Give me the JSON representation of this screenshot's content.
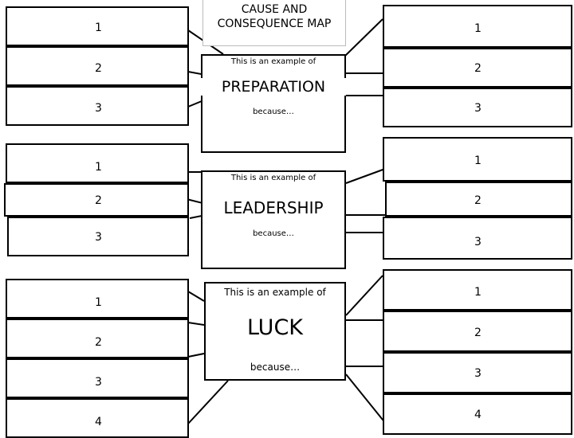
{
  "header": {
    "title_line1": "CAUSE AND",
    "title_line2": "CONSEQUENCE MAP"
  },
  "sections": [
    {
      "intro": "This is an example of",
      "term": "PREPARATION",
      "because": "because…",
      "left_labels": [
        "1",
        "2",
        "3"
      ],
      "right_labels": [
        "1",
        "2",
        "3"
      ]
    },
    {
      "intro": "This is an example of",
      "term": "LEADERSHIP",
      "because": "because…",
      "left_labels": [
        "1",
        "2",
        "3"
      ],
      "right_labels": [
        "1",
        "2",
        "3"
      ]
    },
    {
      "intro": "This is an example of",
      "term": "LUCK",
      "because": "because…",
      "left_labels": [
        "1",
        "2",
        "3",
        "4"
      ],
      "right_labels": [
        "1",
        "2",
        "3",
        "4"
      ]
    }
  ]
}
